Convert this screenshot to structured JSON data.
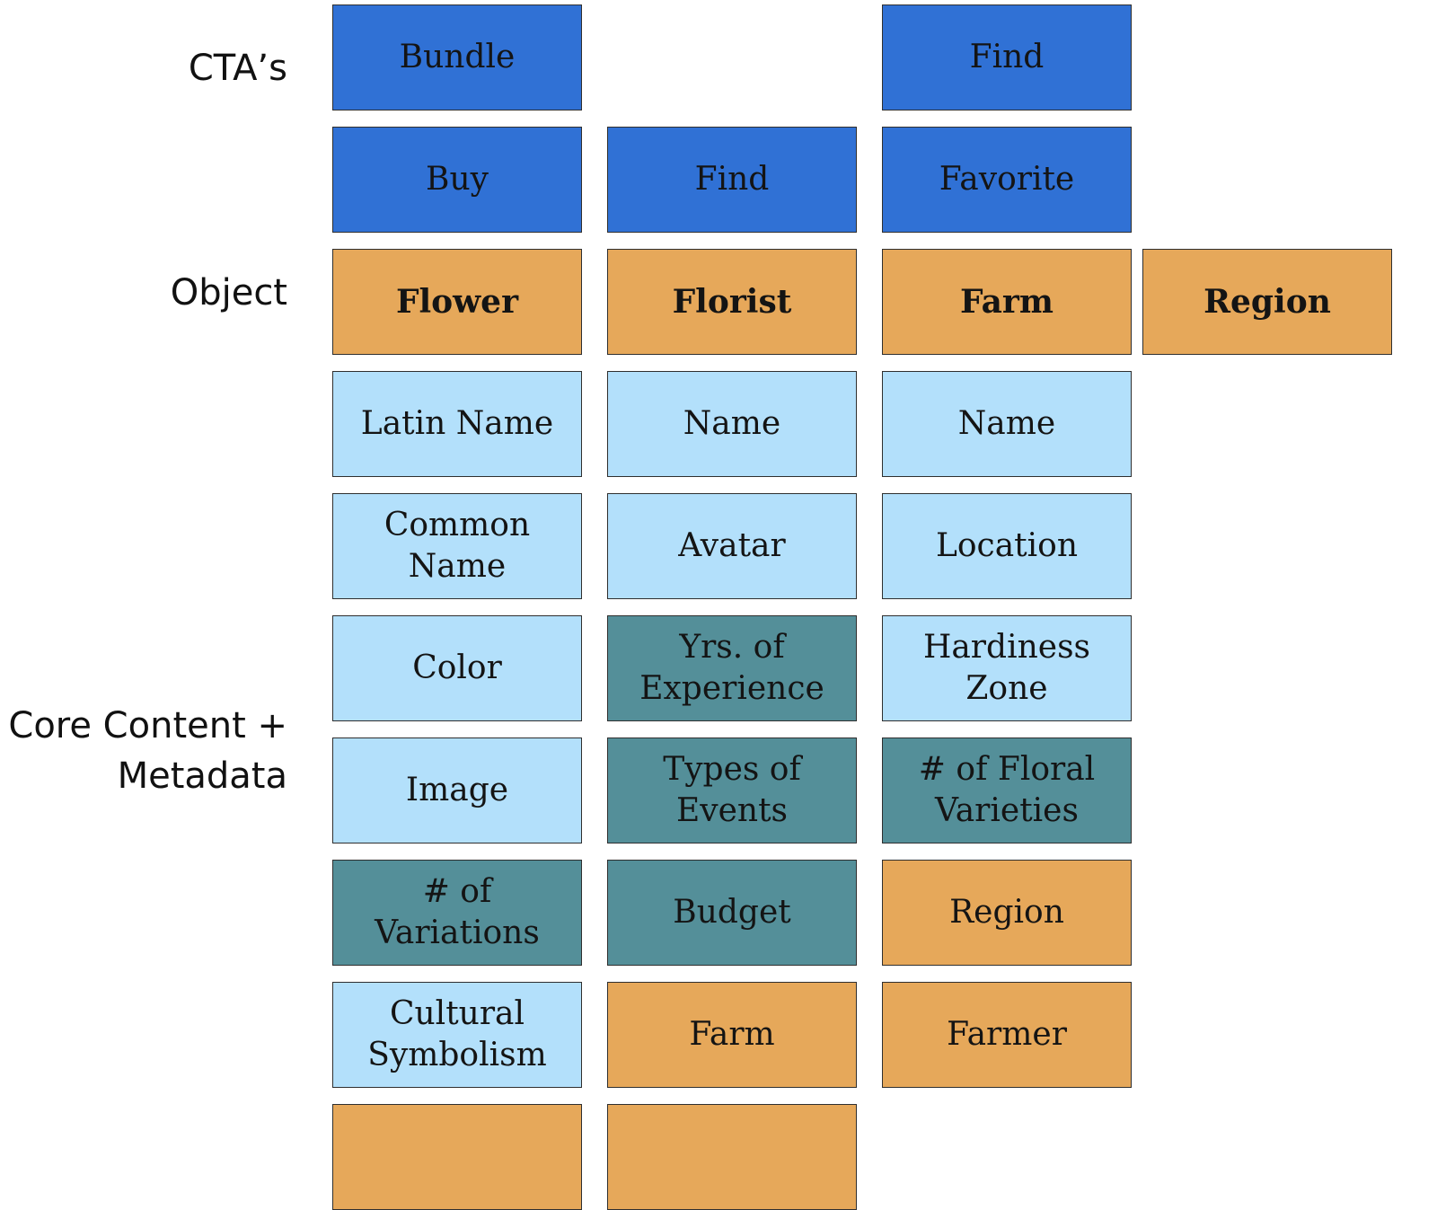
{
  "row_labels": {
    "ctas": "CTA’s",
    "object": "Object",
    "core_content_line1": "Core Content +",
    "core_content_line2": "Metadata"
  },
  "colors": {
    "cta": "#3071d5",
    "object": "#e6a85a",
    "attribute_light": "#b3e0fb",
    "attribute_teal": "#548f99",
    "attribute_orange": "#e6a85a"
  },
  "columns": {
    "flower": {
      "ctas": [
        "Bundle",
        "Buy"
      ],
      "object": "Flower",
      "attributes": [
        "Latin Name",
        "Common Name",
        "Color",
        "Image",
        "# of Variations",
        "Cultural Symbolism"
      ]
    },
    "florist": {
      "ctas": [
        "Find"
      ],
      "object": "Florist",
      "attributes": [
        "Name",
        "Avatar",
        "Yrs. of Experience",
        "Types of Events",
        "Budget",
        "Farm"
      ]
    },
    "farm": {
      "ctas": [
        "Find",
        "Favorite"
      ],
      "object": "Farm",
      "attributes": [
        "Name",
        "Location",
        "Hardiness Zone",
        "# of Floral Varieties",
        "Region",
        "Farmer"
      ]
    },
    "region": {
      "object": "Region"
    }
  }
}
